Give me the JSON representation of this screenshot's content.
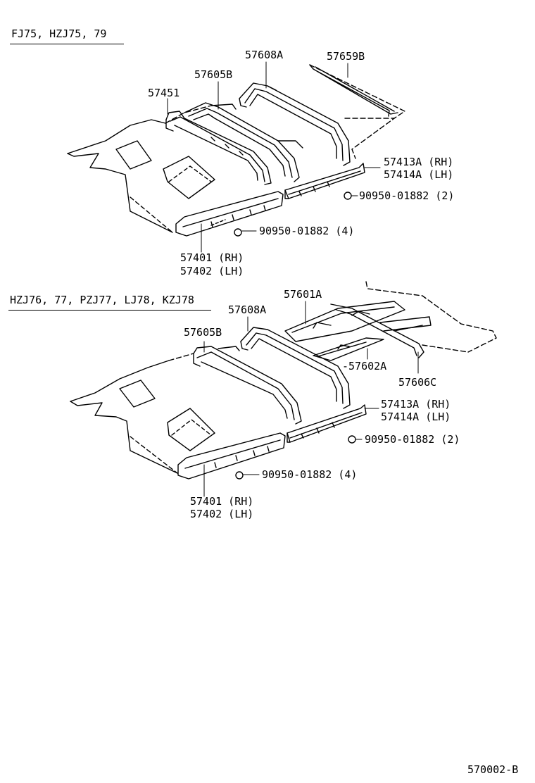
{
  "sections": [
    {
      "heading": "FJ75, HZJ75, 79",
      "labels": {
        "p57608A": "57608A",
        "p57659B": "57659B",
        "p57605B": "57605B",
        "p57451": "57451",
        "p57413A": "57413A (RH)",
        "p57414A": "57414A (LH)",
        "bolt2": "90950-01882 (2)",
        "bolt4": "90950-01882 (4)",
        "p57401": "57401 (RH)",
        "p57402": "57402 (LH)"
      }
    },
    {
      "heading": "HZJ76, 77, PZJ77, LJ78, KZJ78",
      "labels": {
        "p57601A": "57601A",
        "p57608A": "57608A",
        "p57605B": "57605B",
        "p57602A": "-57602A",
        "p57606C": "57606C",
        "p57413A": "57413A (RH)",
        "p57414A": "57414A (LH)",
        "bolt2": "90950-01882 (2)",
        "bolt4": "90950-01882 (4)",
        "p57401": "57401 (RH)",
        "p57402": "57402 (LH)"
      }
    }
  ],
  "diagram_code": "570002-B"
}
